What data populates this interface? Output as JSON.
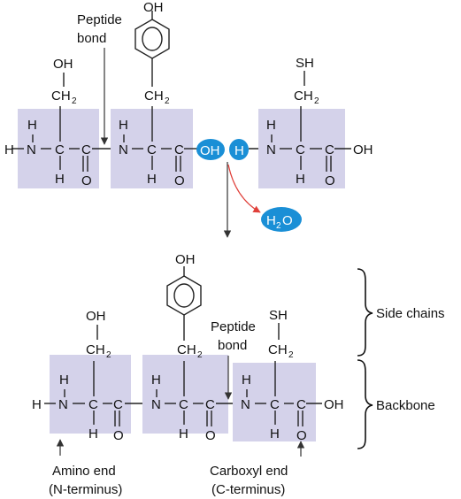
{
  "atoms": {
    "H": "H",
    "N": "N",
    "C": "C",
    "O": "O",
    "OH": "OH",
    "SH": "SH",
    "CH": "CH",
    "sub2": "2"
  },
  "water": {
    "H": "H",
    "sub2": "2",
    "O": "O"
  },
  "labels": {
    "peptide_bond_line1": "Peptide",
    "peptide_bond_line2": "bond",
    "side_chains": "Side chains",
    "backbone": "Backbone",
    "amino_end": "Amino end",
    "n_terminus": "(N-terminus)",
    "carboxyl_end": "Carboxyl end",
    "c_terminus": "(C-terminus)"
  },
  "colors": {
    "residue_box": "#d4d2ea",
    "water_highlight": "#1a8fd6",
    "reaction_arrow": "#e0403a"
  }
}
